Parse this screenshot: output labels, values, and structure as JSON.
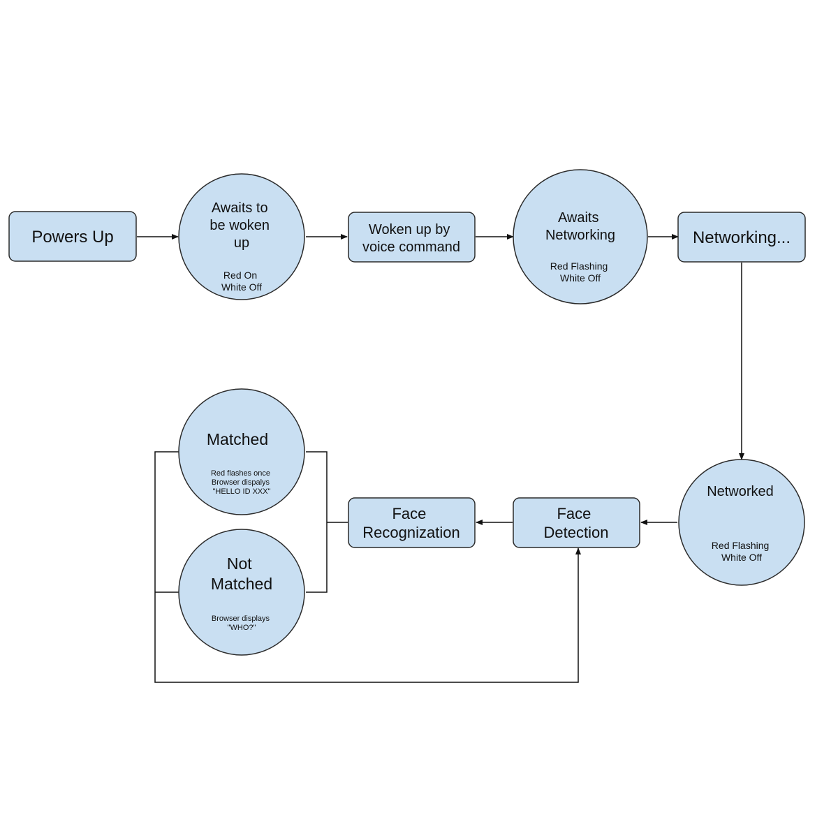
{
  "nodes": {
    "powers_up": {
      "shape": "box",
      "label": [
        "Powers Up"
      ],
      "status": []
    },
    "awaits_woken": {
      "shape": "circle",
      "label": [
        "Awaits to",
        "be woken",
        "up"
      ],
      "status": [
        "Red On",
        "White Off"
      ]
    },
    "woken_voice": {
      "shape": "box",
      "label": [
        "Woken up by",
        "voice command"
      ],
      "status": []
    },
    "awaits_network": {
      "shape": "circle",
      "label": [
        "Awaits",
        "Networking"
      ],
      "status": [
        "Red Flashing",
        "White Off"
      ]
    },
    "networking": {
      "shape": "box",
      "label": [
        "Networking..."
      ],
      "status": []
    },
    "networked": {
      "shape": "circle",
      "label": [
        "Networked"
      ],
      "status": [
        "Red Flashing",
        "White Off"
      ]
    },
    "face_detection": {
      "shape": "box",
      "label": [
        "Face",
        "Detection"
      ],
      "status": []
    },
    "face_recognition": {
      "shape": "box",
      "label": [
        "Face",
        "Recognization"
      ],
      "status": []
    },
    "matched": {
      "shape": "circle",
      "label": [
        "Matched"
      ],
      "status": [
        "Red flashes once",
        "Browser dispalys",
        "\"HELLO ID XXX\""
      ]
    },
    "not_matched": {
      "shape": "circle",
      "label": [
        "Not",
        "Matched"
      ],
      "status": [
        "Browser displays",
        "\"WHO?\""
      ]
    }
  },
  "edges": [
    {
      "from": "powers_up",
      "to": "awaits_woken",
      "arrow": true
    },
    {
      "from": "awaits_woken",
      "to": "woken_voice",
      "arrow": true
    },
    {
      "from": "woken_voice",
      "to": "awaits_network",
      "arrow": true
    },
    {
      "from": "awaits_network",
      "to": "networking",
      "arrow": true
    },
    {
      "from": "networking",
      "to": "networked",
      "arrow": true
    },
    {
      "from": "networked",
      "to": "face_detection",
      "arrow": true
    },
    {
      "from": "face_detection",
      "to": "face_recognition",
      "arrow": true
    },
    {
      "from": "face_recognition",
      "to": "matched",
      "arrow": false
    },
    {
      "from": "face_recognition",
      "to": "not_matched",
      "arrow": false
    },
    {
      "from": "matched",
      "to": "face_detection",
      "arrow": true
    },
    {
      "from": "not_matched",
      "to": "face_detection",
      "arrow": true
    }
  ],
  "colors": {
    "node_fill": "#c9dff2",
    "node_stroke": "#2b2b2b",
    "line": "#111111"
  }
}
